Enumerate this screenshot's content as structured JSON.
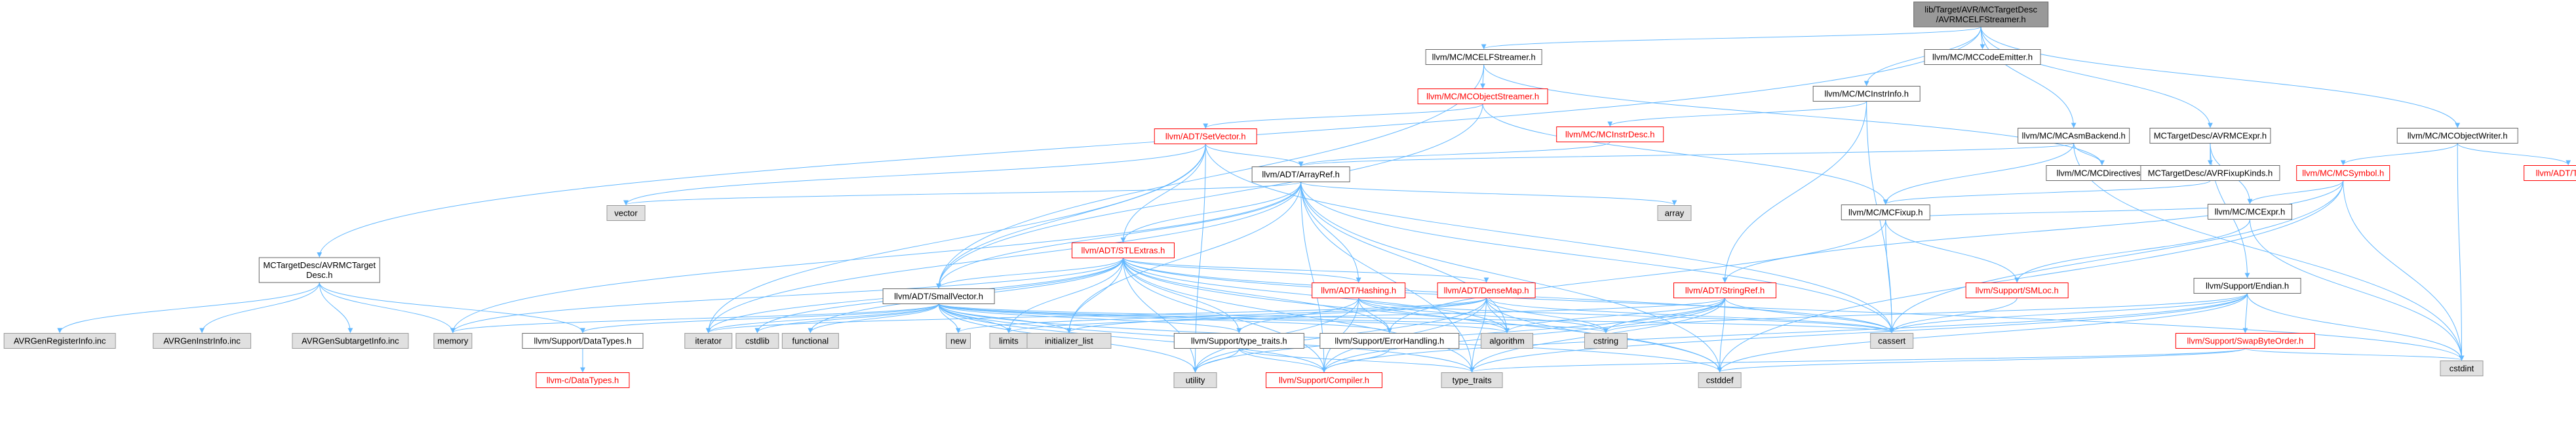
{
  "colors": {
    "edge": "#63b8ff",
    "root_fill": "#999999",
    "node_fill": "#ffffff",
    "node_border": "#666666",
    "missing_border": "#ff0000",
    "missing_text": "#ff0000",
    "system_fill": "#e0e0e0",
    "system_border": "#999999",
    "text": "#000000"
  },
  "nodes": [
    {
      "id": "root",
      "kind": "root",
      "lines": [
        "lib/Target/AVR/MCTargetDesc",
        "/AVRMCELFStreamer.h"
      ]
    },
    {
      "id": "mcelfstreamer",
      "kind": "normal",
      "lines": [
        "llvm/MC/MCELFStreamer.h"
      ]
    },
    {
      "id": "mccodeemitter",
      "kind": "normal",
      "lines": [
        "llvm/MC/MCCodeEmitter.h"
      ]
    },
    {
      "id": "mcobjectstreamer",
      "kind": "red",
      "lines": [
        "llvm/MC/MCObjectStreamer.h"
      ]
    },
    {
      "id": "mcinstrinfo",
      "kind": "normal",
      "lines": [
        "llvm/MC/MCInstrInfo.h"
      ]
    },
    {
      "id": "setvector",
      "kind": "red",
      "lines": [
        "llvm/ADT/SetVector.h"
      ]
    },
    {
      "id": "mcinstrdesc",
      "kind": "red",
      "lines": [
        "llvm/MC/MCInstrDesc.h"
      ]
    },
    {
      "id": "mcasmbackend",
      "kind": "normal",
      "lines": [
        "llvm/MC/MCAsmBackend.h"
      ]
    },
    {
      "id": "avrmcexpr",
      "kind": "normal",
      "lines": [
        "MCTargetDesc/AVRMCExpr.h"
      ]
    },
    {
      "id": "mcobjectwriter",
      "kind": "normal",
      "lines": [
        "llvm/MC/MCObjectWriter.h"
      ]
    },
    {
      "id": "triple",
      "kind": "red",
      "lines": [
        "llvm/ADT/Triple.h"
      ]
    },
    {
      "id": "arrayref",
      "kind": "normal",
      "lines": [
        "llvm/ADT/ArrayRef.h"
      ]
    },
    {
      "id": "mcdirectives",
      "kind": "normal",
      "lines": [
        "llvm/MC/MCDirectives.h"
      ]
    },
    {
      "id": "avrfixupkinds",
      "kind": "normal",
      "lines": [
        "MCTargetDesc/AVRFixupKinds.h"
      ]
    },
    {
      "id": "mcsymbol",
      "kind": "red",
      "lines": [
        "llvm/MC/MCSymbol.h"
      ]
    },
    {
      "id": "vector",
      "kind": "system",
      "lines": [
        "vector"
      ]
    },
    {
      "id": "array",
      "kind": "system",
      "lines": [
        "array"
      ]
    },
    {
      "id": "mcfixup",
      "kind": "normal",
      "lines": [
        "llvm/MC/MCFixup.h"
      ]
    },
    {
      "id": "mcexpr",
      "kind": "normal",
      "lines": [
        "llvm/MC/MCExpr.h"
      ]
    },
    {
      "id": "stlextras",
      "kind": "red",
      "lines": [
        "llvm/ADT/STLExtras.h"
      ]
    },
    {
      "id": "avrmctargetdesc",
      "kind": "normal",
      "lines": [
        "MCTargetDesc/AVRMCTarget",
        "Desc.h"
      ]
    },
    {
      "id": "hashing",
      "kind": "red",
      "lines": [
        "llvm/ADT/Hashing.h"
      ]
    },
    {
      "id": "densemap",
      "kind": "red",
      "lines": [
        "llvm/ADT/DenseMap.h"
      ]
    },
    {
      "id": "stringref",
      "kind": "red",
      "lines": [
        "llvm/ADT/StringRef.h"
      ]
    },
    {
      "id": "endian",
      "kind": "normal",
      "lines": [
        "llvm/Support/Endian.h"
      ]
    },
    {
      "id": "smloc",
      "kind": "red",
      "lines": [
        "llvm/Support/SMLoc.h"
      ]
    },
    {
      "id": "smallvector",
      "kind": "normal",
      "lines": [
        "llvm/ADT/SmallVector.h"
      ]
    },
    {
      "id": "avrgenregisterinfo",
      "kind": "system",
      "lines": [
        "AVRGenRegisterInfo.inc"
      ]
    },
    {
      "id": "avrgeninstrinfo",
      "kind": "system",
      "lines": [
        "AVRGenInstrInfo.inc"
      ]
    },
    {
      "id": "avrgensubtargetinfo",
      "kind": "system",
      "lines": [
        "AVRGenSubtargetInfo.inc"
      ]
    },
    {
      "id": "memory",
      "kind": "system",
      "lines": [
        "memory"
      ]
    },
    {
      "id": "datatypes_h",
      "kind": "normal",
      "lines": [
        "llvm/Support/DataTypes.h"
      ]
    },
    {
      "id": "iterator",
      "kind": "system",
      "lines": [
        "iterator"
      ]
    },
    {
      "id": "cstdlib",
      "kind": "system",
      "lines": [
        "cstdlib"
      ]
    },
    {
      "id": "functional",
      "kind": "system",
      "lines": [
        "functional"
      ]
    },
    {
      "id": "new",
      "kind": "system",
      "lines": [
        "new"
      ]
    },
    {
      "id": "limits",
      "kind": "system",
      "lines": [
        "limits"
      ]
    },
    {
      "id": "initializer_list",
      "kind": "system",
      "lines": [
        "initializer_list"
      ]
    },
    {
      "id": "type_traits_h",
      "kind": "normal",
      "lines": [
        "llvm/Support/type_traits.h"
      ]
    },
    {
      "id": "errorhandling",
      "kind": "normal",
      "lines": [
        "llvm/Support/ErrorHandling.h"
      ]
    },
    {
      "id": "algorithm",
      "kind": "system",
      "lines": [
        "algorithm"
      ]
    },
    {
      "id": "cstring",
      "kind": "system",
      "lines": [
        "cstring"
      ]
    },
    {
      "id": "cassert",
      "kind": "system",
      "lines": [
        "cassert"
      ]
    },
    {
      "id": "swapbyteorder",
      "kind": "red",
      "lines": [
        "llvm/Support/SwapByteOrder.h"
      ]
    },
    {
      "id": "cstdint",
      "kind": "system",
      "lines": [
        "cstdint"
      ]
    },
    {
      "id": "c_datatypes",
      "kind": "red",
      "lines": [
        "llvm-c/DataTypes.h"
      ]
    },
    {
      "id": "utility",
      "kind": "system",
      "lines": [
        "utility"
      ]
    },
    {
      "id": "compiler",
      "kind": "red",
      "lines": [
        "llvm/Support/Compiler.h"
      ]
    },
    {
      "id": "type_traits",
      "kind": "system",
      "lines": [
        "type_traits"
      ]
    },
    {
      "id": "cstddef",
      "kind": "system",
      "lines": [
        "cstddef"
      ]
    }
  ],
  "edges": [
    [
      "root",
      "mcelfstreamer"
    ],
    [
      "root",
      "mccodeemitter"
    ],
    [
      "root",
      "mcinstrinfo"
    ],
    [
      "root",
      "mcasmbackend"
    ],
    [
      "root",
      "avrmcexpr"
    ],
    [
      "root",
      "mcobjectwriter"
    ],
    [
      "root",
      "avrmctargetdesc"
    ],
    [
      "mcelfstreamer",
      "mcobjectstreamer"
    ],
    [
      "mcelfstreamer",
      "mcdirectives"
    ],
    [
      "mcelfstreamer",
      "smallvector"
    ],
    [
      "mcobjectstreamer",
      "setvector"
    ],
    [
      "mcobjectstreamer",
      "mcfixup"
    ],
    [
      "mcobjectstreamer",
      "smallvector"
    ],
    [
      "mcinstrinfo",
      "mcinstrdesc"
    ],
    [
      "mcinstrinfo",
      "stringref"
    ],
    [
      "mcinstrinfo",
      "cassert"
    ],
    [
      "mcinstrdesc",
      "arrayref"
    ],
    [
      "setvector",
      "arrayref"
    ],
    [
      "setvector",
      "stlextras"
    ],
    [
      "setvector",
      "smallvector"
    ],
    [
      "setvector",
      "cassert"
    ],
    [
      "setvector",
      "iterator"
    ],
    [
      "setvector",
      "vector"
    ],
    [
      "setvector",
      "utility"
    ],
    [
      "mcasmbackend",
      "arrayref"
    ],
    [
      "mcasmbackend",
      "mcdirectives"
    ],
    [
      "mcasmbackend",
      "mcfixup"
    ],
    [
      "mcasmbackend",
      "cstdint"
    ],
    [
      "avrmcexpr",
      "avrfixupkinds"
    ],
    [
      "avrmcexpr",
      "mcexpr"
    ],
    [
      "avrmcexpr",
      "endian"
    ],
    [
      "avrfixupkinds",
      "mcfixup"
    ],
    [
      "mcobjectwriter",
      "triple"
    ],
    [
      "mcobjectwriter",
      "mcsymbol"
    ],
    [
      "mcobjectwriter",
      "cstdint"
    ],
    [
      "mcsymbol",
      "mcexpr"
    ],
    [
      "mcsymbol",
      "stringref"
    ],
    [
      "mcsymbol",
      "cassert"
    ],
    [
      "mcsymbol",
      "cstddef"
    ],
    [
      "mcsymbol",
      "cstdint"
    ],
    [
      "mcexpr",
      "smloc"
    ],
    [
      "mcexpr",
      "cstdint"
    ],
    [
      "mcfixup",
      "mcexpr"
    ],
    [
      "mcfixup",
      "smloc"
    ],
    [
      "mcfixup",
      "errorhandling"
    ],
    [
      "mcfixup",
      "cassert"
    ],
    [
      "arrayref",
      "hashing"
    ],
    [
      "arrayref",
      "smallvector"
    ],
    [
      "arrayref",
      "stlextras"
    ],
    [
      "arrayref",
      "compiler"
    ],
    [
      "arrayref",
      "algorithm"
    ],
    [
      "arrayref",
      "array"
    ],
    [
      "arrayref",
      "cassert"
    ],
    [
      "arrayref",
      "cstddef"
    ],
    [
      "arrayref",
      "initializer_list"
    ],
    [
      "arrayref",
      "iterator"
    ],
    [
      "arrayref",
      "memory"
    ],
    [
      "arrayref",
      "type_traits"
    ],
    [
      "arrayref",
      "vector"
    ],
    [
      "stlextras",
      "hashing"
    ],
    [
      "stlextras",
      "smallvector"
    ],
    [
      "stlextras",
      "errorhandling"
    ],
    [
      "stlextras",
      "algorithm"
    ],
    [
      "stlextras",
      "cassert"
    ],
    [
      "stlextras",
      "cstddef"
    ],
    [
      "stlextras",
      "cstdint"
    ],
    [
      "stlextras",
      "cstdlib"
    ],
    [
      "stlextras",
      "functional"
    ],
    [
      "stlextras",
      "initializer_list"
    ],
    [
      "stlextras",
      "iterator"
    ],
    [
      "stlextras",
      "limits"
    ],
    [
      "stlextras",
      "memory"
    ],
    [
      "stlextras",
      "type_traits"
    ],
    [
      "stlextras",
      "utility"
    ],
    [
      "stlextras",
      "densemap"
    ],
    [
      "stlextras",
      "compiler"
    ],
    [
      "stlextras",
      "type_traits_h"
    ],
    [
      "hashing",
      "errorhandling"
    ],
    [
      "hashing",
      "type_traits_h"
    ],
    [
      "hashing",
      "algorithm"
    ],
    [
      "hashing",
      "cassert"
    ],
    [
      "hashing",
      "cstring"
    ],
    [
      "hashing",
      "utility"
    ],
    [
      "hashing",
      "compiler"
    ],
    [
      "densemap",
      "algorithm"
    ],
    [
      "densemap",
      "cassert"
    ],
    [
      "densemap",
      "cstddef"
    ],
    [
      "densemap",
      "cstring"
    ],
    [
      "densemap",
      "initializer_list"
    ],
    [
      "densemap",
      "iterator"
    ],
    [
      "densemap",
      "new"
    ],
    [
      "densemap",
      "type_traits"
    ],
    [
      "densemap",
      "utility"
    ],
    [
      "densemap",
      "compiler"
    ],
    [
      "stringref",
      "algorithm"
    ],
    [
      "stringref",
      "cassert"
    ],
    [
      "stringref",
      "cstddef"
    ],
    [
      "stringref",
      "cstring"
    ],
    [
      "stringref",
      "limits"
    ],
    [
      "stringref",
      "type_traits"
    ],
    [
      "stringref",
      "utility"
    ],
    [
      "stringref",
      "compiler"
    ],
    [
      "endian",
      "swapbyteorder"
    ],
    [
      "endian",
      "compiler"
    ],
    [
      "endian",
      "cassert"
    ],
    [
      "endian",
      "cstddef"
    ],
    [
      "endian",
      "cstdint"
    ],
    [
      "endian",
      "cstring"
    ],
    [
      "endian",
      "type_traits"
    ],
    [
      "swapbyteorder",
      "cstddef"
    ],
    [
      "swapbyteorder",
      "cstdint"
    ],
    [
      "swapbyteorder",
      "type_traits"
    ],
    [
      "smloc",
      "cassert"
    ],
    [
      "smallvector",
      "compiler"
    ],
    [
      "smallvector",
      "type_traits_h"
    ],
    [
      "smallvector",
      "algorithm"
    ],
    [
      "smallvector",
      "cassert"
    ],
    [
      "smallvector",
      "cstddef"
    ],
    [
      "smallvector",
      "cstdlib"
    ],
    [
      "smallvector",
      "cstring"
    ],
    [
      "smallvector",
      "functional"
    ],
    [
      "smallvector",
      "initializer_list"
    ],
    [
      "smallvector",
      "iterator"
    ],
    [
      "smallvector",
      "limits"
    ],
    [
      "smallvector",
      "memory"
    ],
    [
      "smallvector",
      "new"
    ],
    [
      "smallvector",
      "type_traits"
    ],
    [
      "smallvector",
      "utility"
    ],
    [
      "smallvector",
      "errorhandling"
    ],
    [
      "smallvector",
      "datatypes_h"
    ],
    [
      "avrmctargetdesc",
      "datatypes_h"
    ],
    [
      "avrmctargetdesc",
      "memory"
    ],
    [
      "avrmctargetdesc",
      "avrgenregisterinfo"
    ],
    [
      "avrmctargetdesc",
      "avrgeninstrinfo"
    ],
    [
      "avrmctargetdesc",
      "avrgensubtargetinfo"
    ],
    [
      "datatypes_h",
      "c_datatypes"
    ],
    [
      "type_traits_h",
      "type_traits"
    ],
    [
      "type_traits_h",
      "utility"
    ],
    [
      "type_traits_h",
      "compiler"
    ],
    [
      "errorhandling",
      "compiler"
    ]
  ]
}
